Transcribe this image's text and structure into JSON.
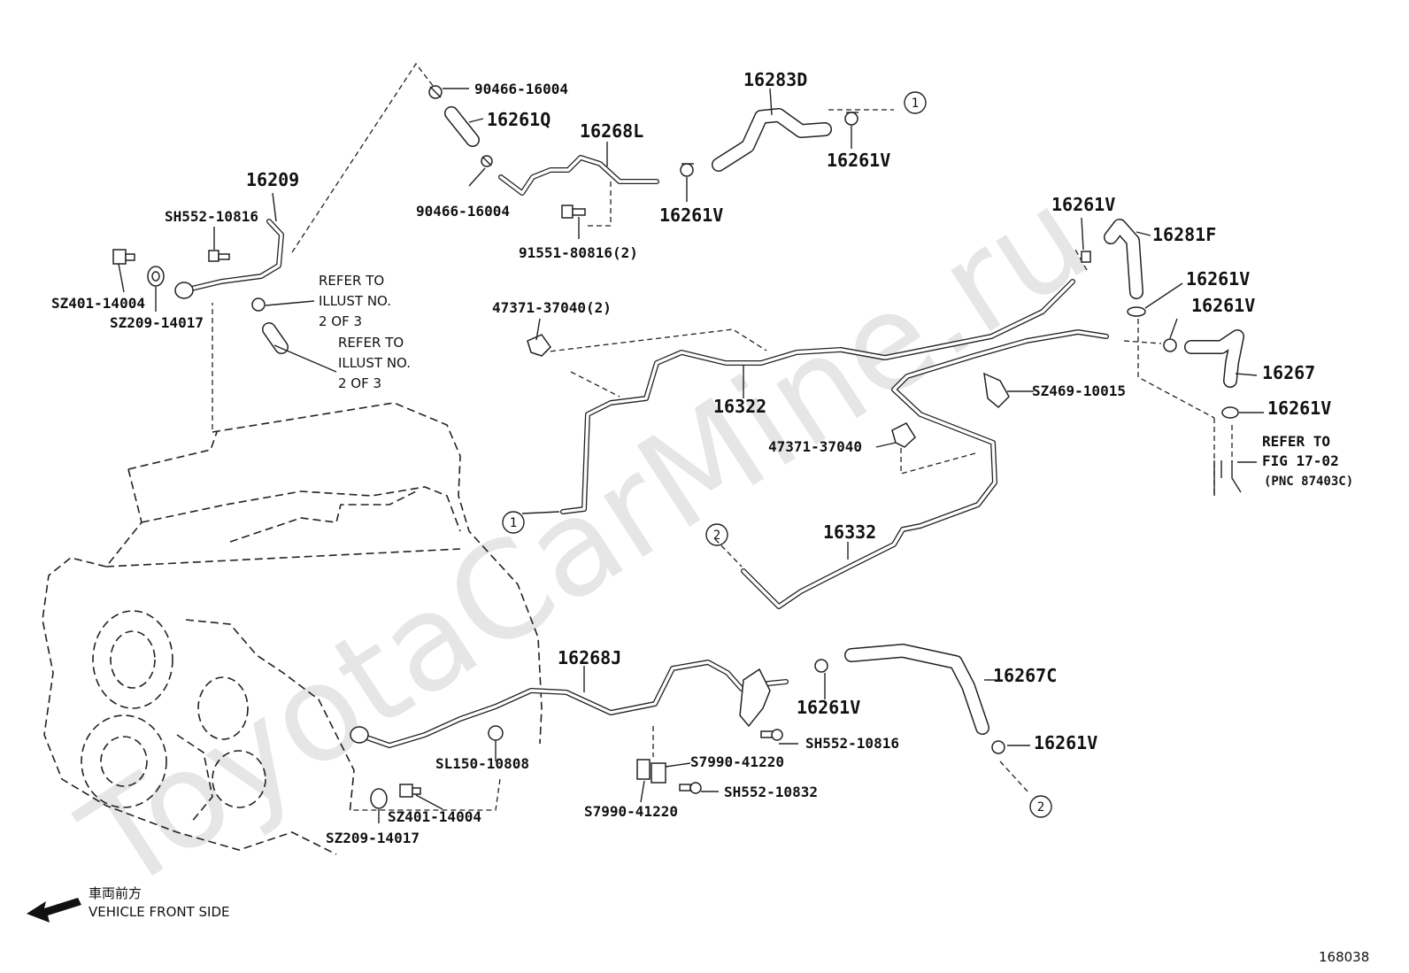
{
  "watermark": "ToyotaCarMine.ru",
  "figure_number": "168038",
  "front_label_jp": "車両前方",
  "front_label_en": "VEHICLE FRONT SIDE",
  "callout_1": "1",
  "callout_2": "2",
  "refer_1": [
    "REFER TO",
    "ILLUST NO.",
    "2 OF 3"
  ],
  "refer_2": [
    "REFER TO",
    "ILLUST NO.",
    "2 OF 3"
  ],
  "refer_fig": [
    "REFER TO",
    "FIG 17-02",
    "(PNC 87403C)"
  ],
  "parts": {
    "p90466_top": "90466-16004",
    "p16261Q": "16261Q",
    "p16268L": "16268L",
    "p16283D": "16283D",
    "p16261V_a": "16261V",
    "p90466_bot": "90466-16004",
    "p16261V_b": "16261V",
    "p91551": "91551-80816(2)",
    "p16209": "16209",
    "pSH552_top": "SH552-10816",
    "pSZ401_top": "SZ401-14004",
    "pSZ209_top": "SZ209-14017",
    "p16261V_c": "16261V",
    "p16281F": "16281F",
    "p16261V_d": "16261V",
    "p16261V_e": "16261V",
    "p16267": "16267",
    "p16261V_f": "16261V",
    "p47371_2": "47371-37040(2)",
    "p16322": "16322",
    "pSZ469": "SZ469-10015",
    "p47371": "47371-37040",
    "p16332": "16332",
    "p16268J": "16268J",
    "p16261V_g": "16261V",
    "p16267C": "16267C",
    "pSH552_mid": "SH552-10816",
    "p16261V_h": "16261V",
    "pS7990_a": "S7990-41220",
    "pS7990_b": "S7990-41220",
    "pSH552_bot": "SH552-10832",
    "pSL150": "SL150-10808",
    "pSZ401_bot": "SZ401-14004",
    "pSZ209_bot": "SZ209-14017"
  }
}
